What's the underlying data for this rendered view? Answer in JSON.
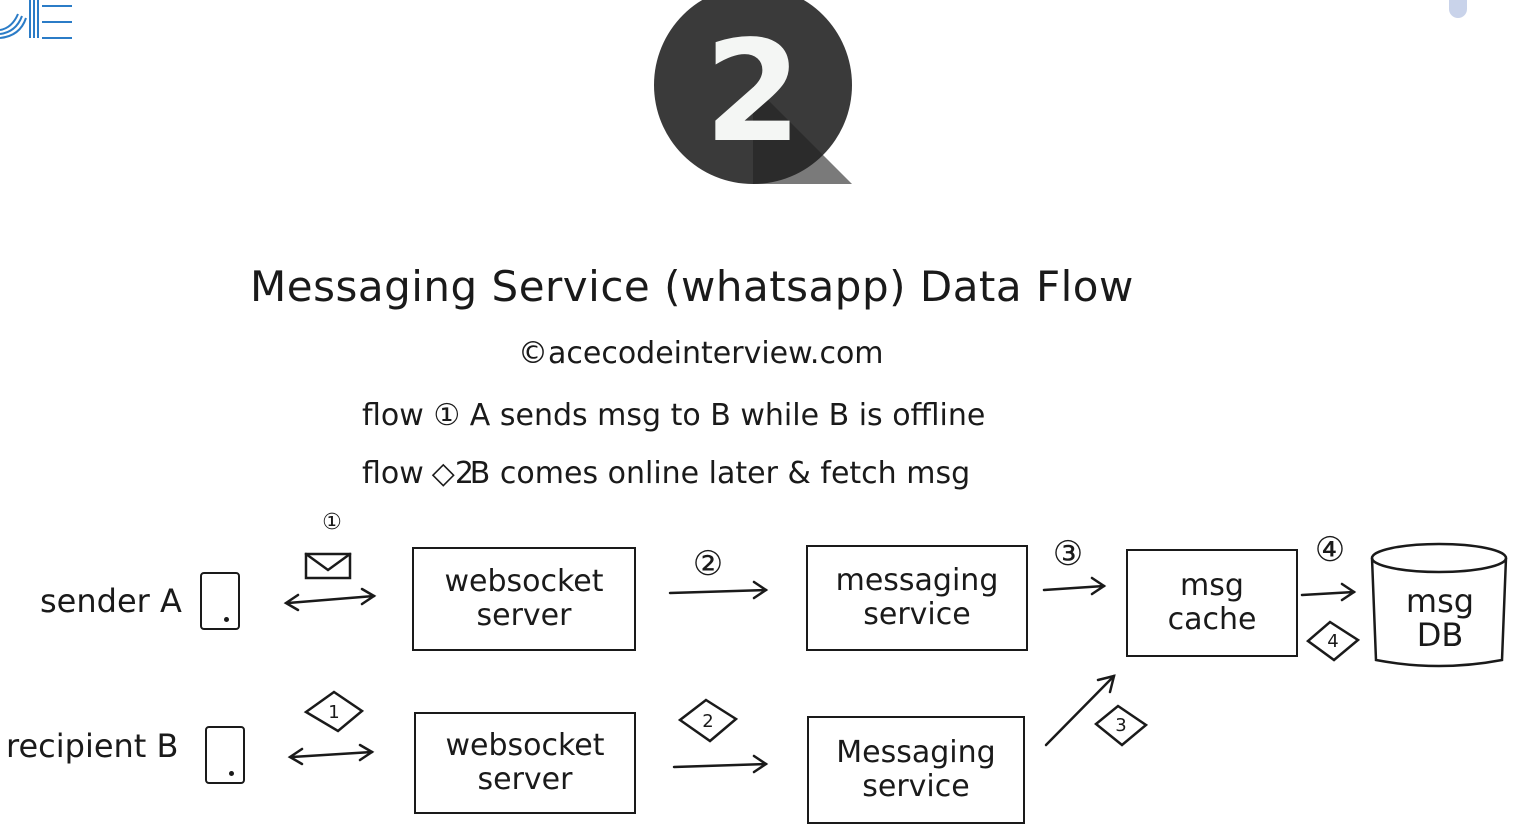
{
  "header": {
    "badge_number": "2"
  },
  "diagram": {
    "title": "Messaging Service (whatsapp) Data Flow",
    "copyright": "©acecodeinterview.com",
    "flows": [
      {
        "marker": "①",
        "description": "A sends msg to B while B is offline"
      },
      {
        "marker": "◇2",
        "description": "B comes online later & fetch msg"
      }
    ],
    "nodes": {
      "sender": "sender A",
      "recipient": "recipient B",
      "websocket_top": "websocket\nserver",
      "websocket_bottom": "websocket\nserver",
      "messaging_top": "messaging\nservice",
      "messaging_bottom": "Messaging\nservice",
      "cache": "msg\ncache",
      "db": "msg\nDB"
    },
    "steps": {
      "s1": "①",
      "s2": "②",
      "s3": "③",
      "s4": "④",
      "d1": "1",
      "d2": "2",
      "d3": "3",
      "d4": "4"
    },
    "icons": [
      "envelope-icon",
      "phone-icon",
      "database-icon"
    ]
  },
  "colors": {
    "ink": "#1a1a1a",
    "badge": "#3a3a3a",
    "logo": "#2b7cc7"
  }
}
